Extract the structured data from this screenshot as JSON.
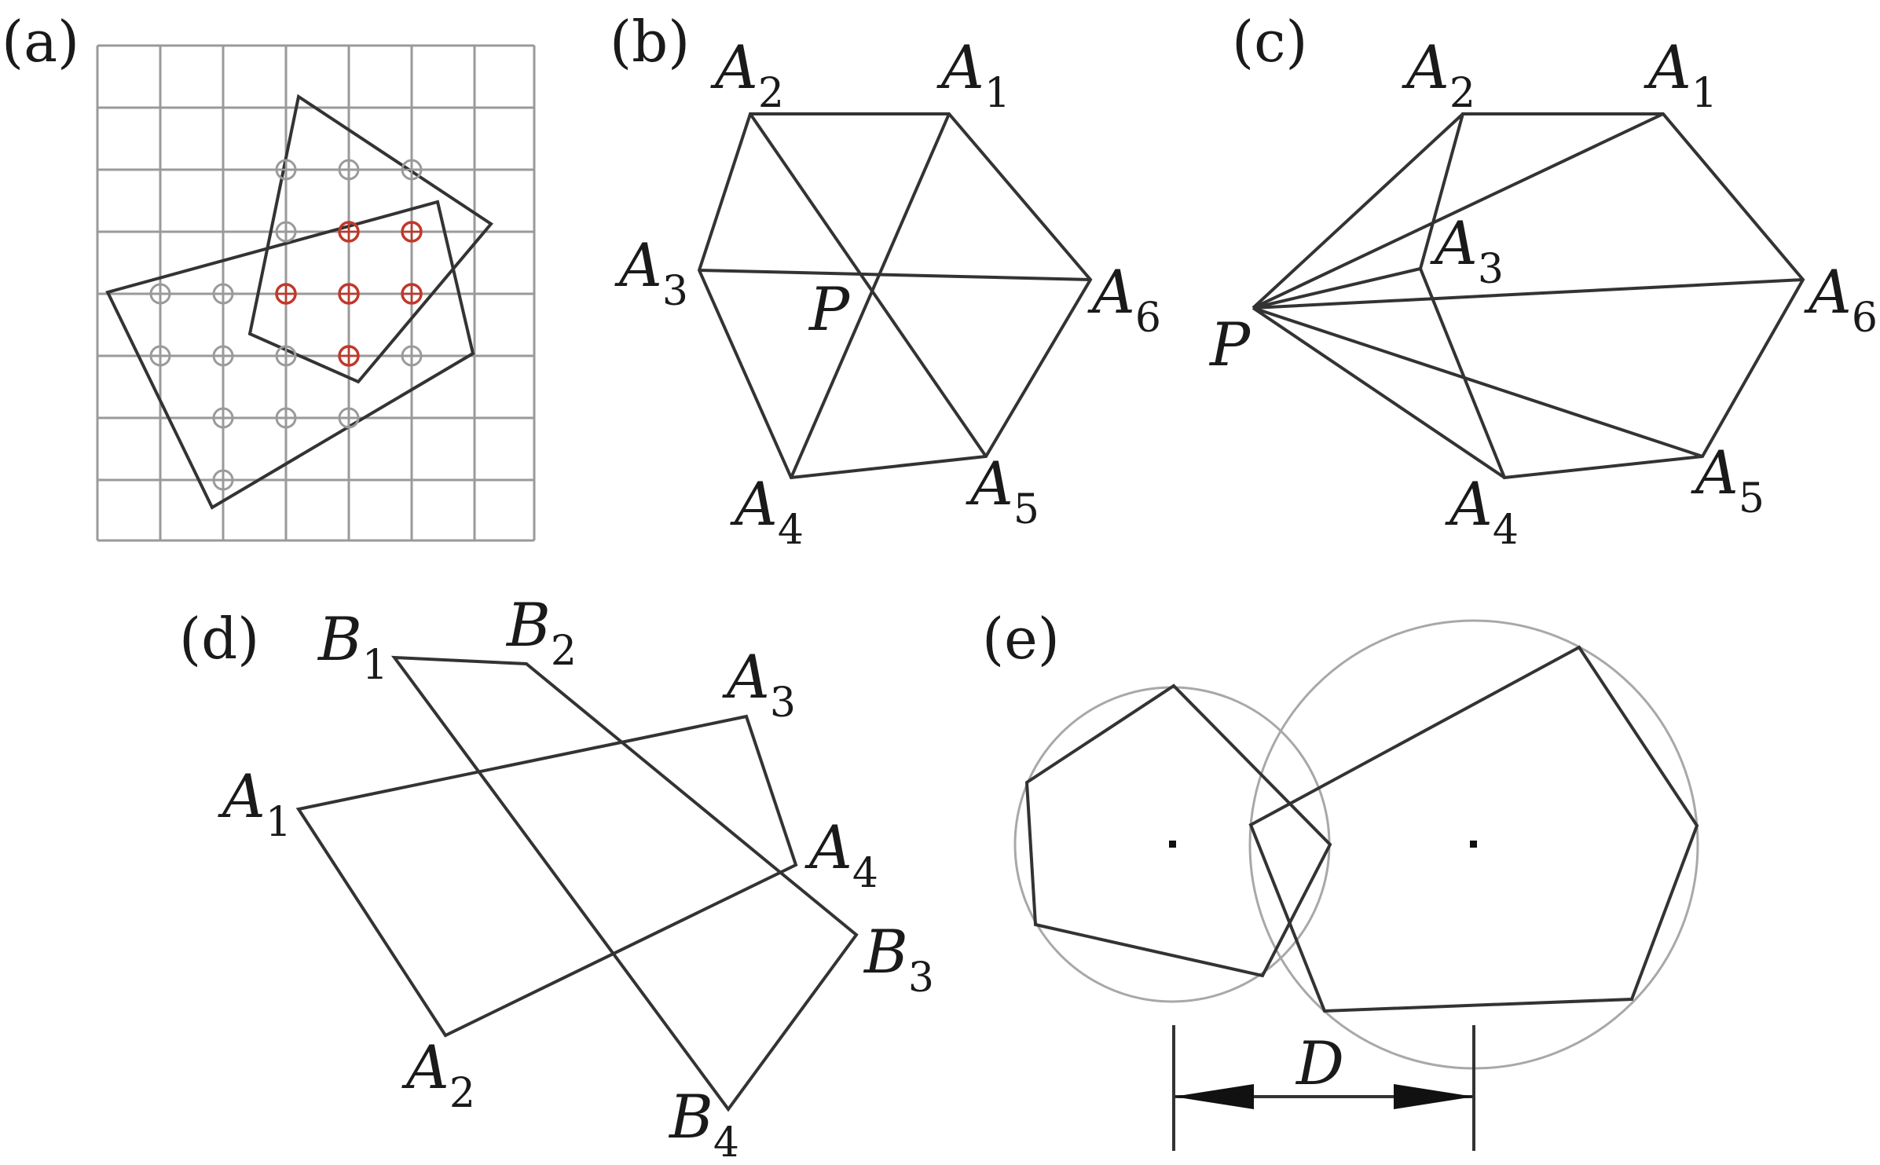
{
  "panels": {
    "a": {
      "label": "(a)"
    },
    "b": {
      "label": "(b)",
      "vertices": [
        {
          "name": "A",
          "sub": "1"
        },
        {
          "name": "A",
          "sub": "2"
        },
        {
          "name": "A",
          "sub": "3"
        },
        {
          "name": "A",
          "sub": "4"
        },
        {
          "name": "A",
          "sub": "5"
        },
        {
          "name": "A",
          "sub": "6"
        }
      ],
      "point": "P"
    },
    "c": {
      "label": "(c)",
      "vertices": [
        {
          "name": "A",
          "sub": "1"
        },
        {
          "name": "A",
          "sub": "2"
        },
        {
          "name": "A",
          "sub": "3"
        },
        {
          "name": "A",
          "sub": "4"
        },
        {
          "name": "A",
          "sub": "5"
        },
        {
          "name": "A",
          "sub": "6"
        }
      ],
      "point": "P"
    },
    "d": {
      "label": "(d)",
      "a_vertices": [
        {
          "name": "A",
          "sub": "1"
        },
        {
          "name": "A",
          "sub": "2"
        },
        {
          "name": "A",
          "sub": "3"
        },
        {
          "name": "A",
          "sub": "4"
        }
      ],
      "b_vertices": [
        {
          "name": "B",
          "sub": "1"
        },
        {
          "name": "B",
          "sub": "2"
        },
        {
          "name": "B",
          "sub": "3"
        },
        {
          "name": "B",
          "sub": "4"
        }
      ]
    },
    "e": {
      "label": "(e)",
      "distance_label": "D"
    }
  },
  "colors": {
    "polygon_stroke": "#333333",
    "grid_stroke": "#9a9a9a",
    "marker_grey": "#9a9a9a",
    "marker_red": "#c0392b",
    "bounding_circle": "#a8a8a8"
  }
}
